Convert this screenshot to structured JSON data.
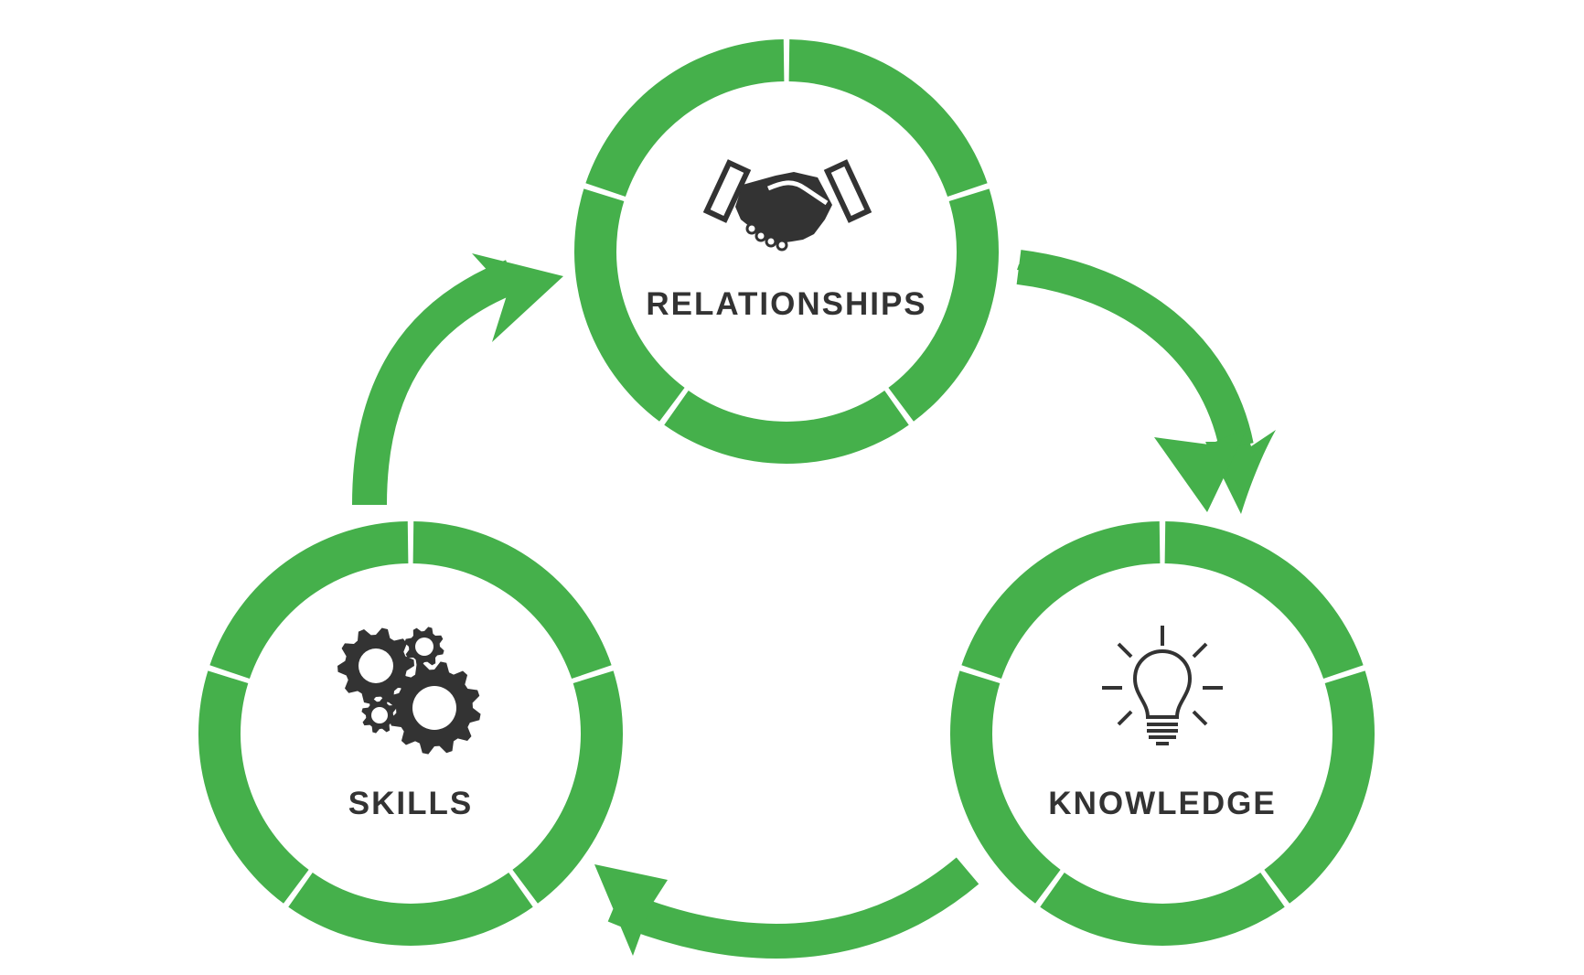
{
  "colors": {
    "ring": "#45b04b",
    "arrow": "#45b04b",
    "icon": "#333333",
    "text": "#333333",
    "background": "#ffffff"
  },
  "nodes": {
    "relationships": {
      "label": "RELATIONSHIPS",
      "icon": "handshake-icon"
    },
    "knowledge": {
      "label": "KNOWLEDGE",
      "icon": "lightbulb-icon"
    },
    "skills": {
      "label": "SKILLS",
      "icon": "gears-icon"
    }
  },
  "cycle": [
    "relationships",
    "knowledge",
    "skills"
  ]
}
